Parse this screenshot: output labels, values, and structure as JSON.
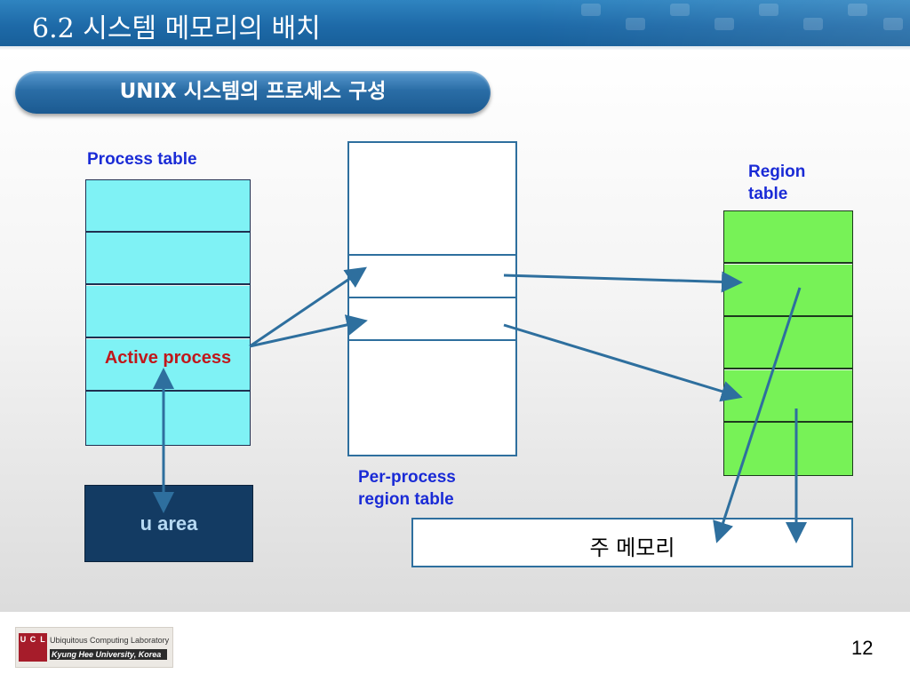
{
  "slide": {
    "title": "6.2 시스템 메모리의 배치",
    "subtitle": "UNIX 시스템의 프로세스 구성",
    "page_number": "12"
  },
  "diagram": {
    "process_table_label": "Process table",
    "active_process_label": "Active process",
    "u_area_label": "u area",
    "per_process_label_line1": "Per-process",
    "per_process_label_line2": "region table",
    "region_table_label_line1": "Region",
    "region_table_label_line2": "table",
    "main_memory_label": "주 메모리"
  },
  "footer": {
    "logo_mark": [
      "U",
      "C",
      "L"
    ],
    "lab_name": "Ubiquitous Computing Laboratory",
    "university": "Kyung Hee University, Korea"
  },
  "colors": {
    "header_blue": "#1e6aa8",
    "process_cell": "#7ff2f5",
    "region_cell": "#77f257",
    "u_area": "#133b63",
    "arrow": "#2e6f9e",
    "label_blue": "#1a2bd6",
    "active_red": "#c0171b"
  }
}
